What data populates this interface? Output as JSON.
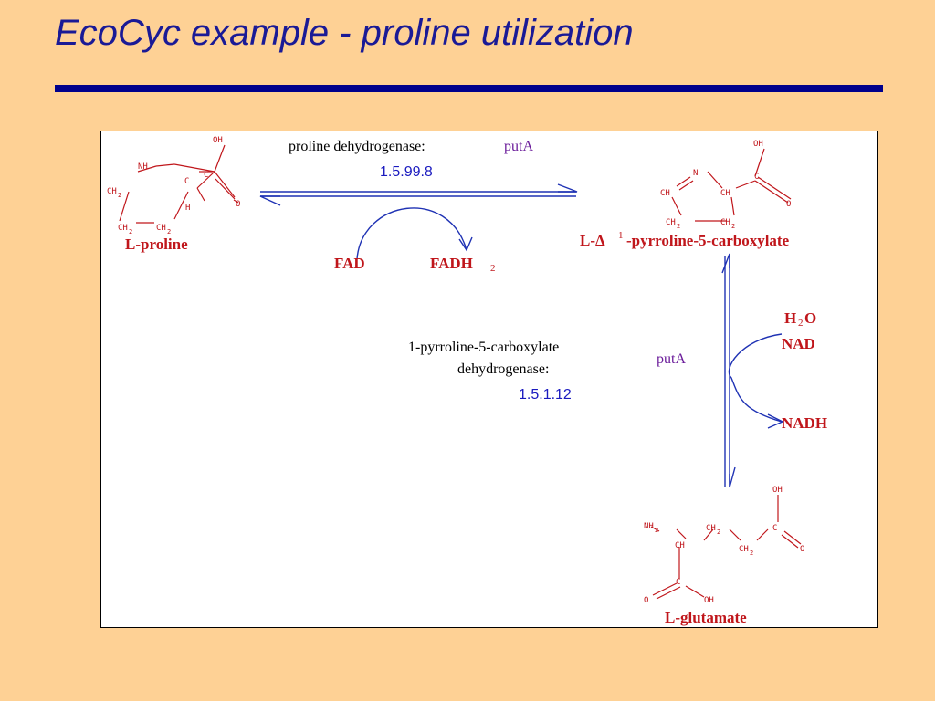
{
  "slide": {
    "title": "EcoCyc example - proline utilization"
  },
  "colors": {
    "background": "#fed195",
    "title": "#1a1a96",
    "rule": "#00008c",
    "metabolite": "#c0161b",
    "gene": "#6a1b9a",
    "ec_number": "#1a1abf",
    "arrow": "#1f32b4"
  },
  "pathway": {
    "reaction1": {
      "enzyme": "proline dehydrogenase:",
      "gene": "putA",
      "ec": "1.5.99.8",
      "cofactor_in": "FAD",
      "cofactor_out_base": "FADH",
      "cofactor_out_sub": "2"
    },
    "reaction2": {
      "enzyme_line1": "1-pyrroline-5-carboxylate",
      "enzyme_line2": "dehydrogenase:",
      "gene": "putA",
      "ec": "1.5.1.12",
      "water_h": "H",
      "water_sub": "2",
      "water_o": "O",
      "cofactor_in": "NAD",
      "cofactor_out": "NADH"
    },
    "compounds": {
      "proline": "L-proline",
      "p5c_prefix": "L-Δ",
      "p5c_sup": "1",
      "p5c_suffix": "-pyrroline-5-carboxylate",
      "glutamate": "L-glutamate"
    },
    "atoms": {
      "oh": "OH",
      "o": "O",
      "c": "C",
      "h": "H",
      "n": "N",
      "nh": "NH",
      "ch": "CH",
      "ch2": "CH",
      "nh2": "NH",
      "sub2": "2"
    }
  }
}
